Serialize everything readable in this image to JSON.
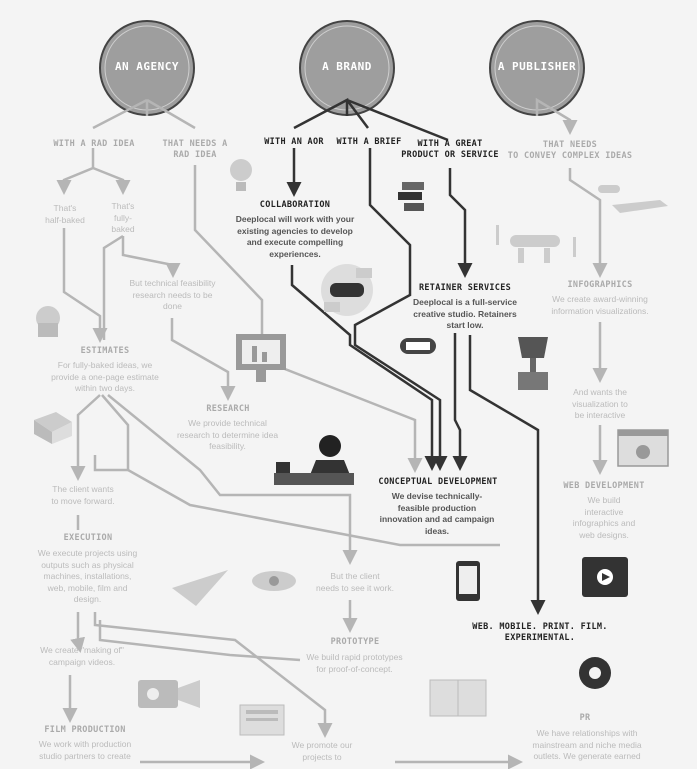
{
  "entities": {
    "agency": "AN AGENCY",
    "brand": "A BRAND",
    "publisher": "A PUBLISHER"
  },
  "agency_branch": {
    "rad_idea": "WITH A RAD IDEA",
    "needs_rad_idea": "THAT NEEDS A\nRAD IDEA",
    "half_baked": "That's\nhalf-baked",
    "fully_baked": "That's\nfully-\nbaked",
    "feasibility": "But technical feasibility\nresearch needs to be\ndone"
  },
  "brand_branch": {
    "with_aor": "WITH AN AOR",
    "with_brief": "WITH A BRIEF",
    "great_product": "WITH A GREAT\nPRODUCT OR SERVICE"
  },
  "publisher_branch": {
    "convey": "THAT NEEDS\nTO CONVEY COMPLEX IDEAS",
    "interactive": "And wants the\nvisualization to\nbe interactive"
  },
  "sections": {
    "collaboration": {
      "title": "COLLABORATION",
      "body": "Deeplocal will work with your\nexisting agencies to develop\nand execute compelling\nexperiences."
    },
    "retainer": {
      "title": "RETAINER SERVICES",
      "body": "Deeplocal is a full-service\ncreative studio. Retainers\nstart low."
    },
    "infographics": {
      "title": "INFOGRAPHICS",
      "body": "We create award-winning\ninformation visualizations."
    },
    "estimates": {
      "title": "ESTIMATES",
      "body": "For fully-baked ideas, we\nprovide a one-page estimate\nwithin two days."
    },
    "research": {
      "title": "RESEARCH",
      "body": "We provide technical\nresearch to determine idea\nfeasibility."
    },
    "conceptual": {
      "title": "CONCEPTUAL DEVELOPMENT",
      "body": "We devise technically-\nfeasible production\ninnovation and ad campaign\nideas."
    },
    "web_dev": {
      "title": "WEB DEVELOPMENT",
      "body": "We build\ninteractive\ninfographics and\nweb designs."
    },
    "execution": {
      "title": "EXECUTION",
      "body": "We execute projects using\noutputs such as physical\nmachines, installations,\nweb, mobile, film and\ndesign."
    },
    "prototype": {
      "title": "PROTOTYPE",
      "body": "We build rapid prototypes\nfor proof-of-concept."
    },
    "film": {
      "title": "FILM PRODUCTION",
      "body": "We work with production\nstudio partners to create"
    },
    "pr": {
      "title": "PR",
      "body": "We have relationships with\nmainstream and niche media\noutlets. We generate earned"
    }
  },
  "connectors": {
    "client_forward": "The client wants\nto move forward.",
    "see_it_work": "But the client\nneeds to see it work.",
    "making_of": "We create \"making of\"\ncampaign videos.",
    "promote": "We promote our\nprojects to"
  },
  "outputs": "WEB. MOBILE. PRINT. FILM. EXPERIMENTAL.",
  "colors": {
    "circle": "#9e9e9e",
    "dark_line": "#333333",
    "light_line": "#b5b5b5",
    "background": "#f4f4f4"
  }
}
